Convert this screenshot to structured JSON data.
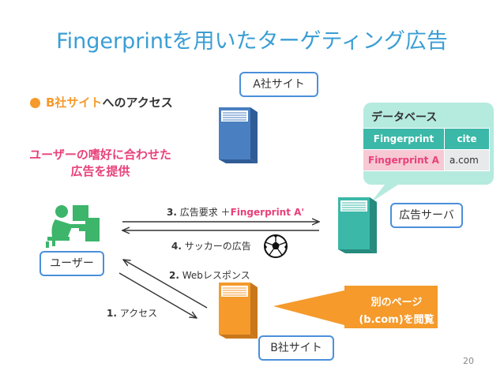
{
  "title": "Fingerprintを用いたターゲティング広告",
  "bullet": {
    "prefix": "B社サイト",
    "suffix": "へのアクセス"
  },
  "preference_note": {
    "line1": "ユーザーの嗜好に合わせた",
    "line2": "広告を提供"
  },
  "labels": {
    "site_a": "A社サイト",
    "site_b": "B社サイト",
    "ad_server": "広告サーバ",
    "user": "ユーザー"
  },
  "database": {
    "title": "データベース",
    "headers": [
      "Fingerprint",
      "cite"
    ],
    "rows": [
      [
        "Fingerprint A",
        "a.com"
      ]
    ]
  },
  "steps": {
    "s1_num": "1.",
    "s1_text": " アクセス",
    "s2_num": "2.",
    "s2_text": " Webレスポンス",
    "s3_num": "3.",
    "s3_text": " 広告要求 ＋",
    "s3_fp": "Fingerprint A'",
    "s4_num": "4.",
    "s4_text": " サッカーの広告"
  },
  "callout": {
    "line1": "別のページ",
    "line2": "(b.com)を閲覧"
  },
  "page_number": "20",
  "colors": {
    "title": "#3a9ed4",
    "accent_orange": "#f59a2b",
    "accent_pink": "#e8417a",
    "server_a": "#4a7fc1",
    "server_ad": "#3bb8a8",
    "server_b": "#f59a2b",
    "user_icon": "#3db56b",
    "db_bubble": "#b5eadf"
  },
  "icons": [
    "server-icon",
    "user-at-desk-icon",
    "soccer-ball-icon"
  ]
}
